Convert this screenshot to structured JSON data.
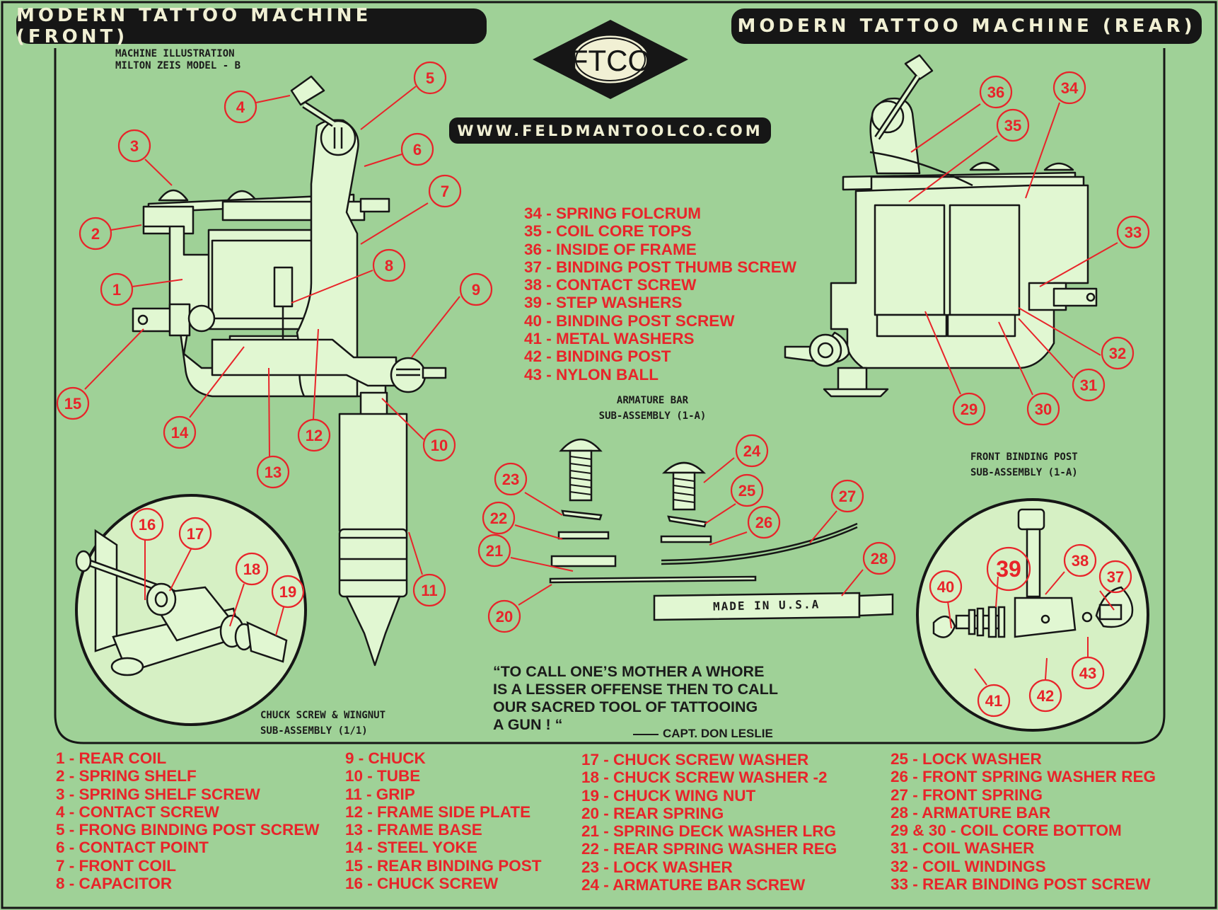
{
  "header": {
    "front_title": "MODERN TATTOO MACHINE (FRONT)",
    "rear_title": "MODERN TATTOO MACHINE (REAR)",
    "logo_text": "FTCO",
    "website": "WWW.FELDMANTOOLCO.COM"
  },
  "illustration_credit": [
    "MACHINE ILLUSTRATION",
    "MILTON ZEIS MODEL - B"
  ],
  "subassemblies": {
    "armature": [
      "ARMATURE BAR",
      "SUB-ASSEMBLY (1-A)"
    ],
    "binding_post": [
      "FRONT BINDING POST",
      "SUB-ASSEMBLY (1-A)"
    ],
    "chuck": [
      "CHUCK SCREW & WINGNUT",
      "SUB-ASSEMBLY (1/1)"
    ]
  },
  "armature_stamp": "MADE IN U.S.A",
  "quote": {
    "lines": [
      "“TO CALL ONE’S MOTHER A WHORE",
      "IS A LESSER OFFENSE THEN TO CALL",
      "OUR SACRED TOOL OF TATTOOING",
      "A GUN ! “"
    ],
    "attribution": "CAPT. DON LESLIE"
  },
  "center_legend": [
    "34 - SPRING FOLCRUM",
    "35 - COIL CORE TOPS",
    "36 - INSIDE OF FRAME",
    "37 - BINDING POST THUMB SCREW",
    "38 - CONTACT SCREW",
    "39 - STEP WASHERS",
    "40 - BINDING POST SCREW",
    "41 - METAL WASHERS",
    "42 - BINDING POST",
    "43 - NYLON BALL"
  ],
  "bottom_legend": [
    [
      "1 - REAR COIL",
      "2 - SPRING SHELF",
      "3 - SPRING SHELF SCREW",
      "4 - CONTACT SCREW",
      "5 - FRONG BINDING POST SCREW",
      "6 - CONTACT POINT",
      "7 - FRONT COIL",
      "8 - CAPACITOR"
    ],
    [
      "9 - CHUCK",
      "10 - TUBE",
      "11 - GRIP",
      "12 - FRAME SIDE PLATE",
      "13 - FRAME BASE",
      "14 - STEEL YOKE",
      "15 - REAR BINDING POST",
      "16 - CHUCK SCREW"
    ],
    [
      "17 - CHUCK SCREW WASHER",
      "18 - CHUCK SCREW WASHER -2",
      "19 - CHUCK WING NUT",
      "20 - REAR SPRING",
      "21 - SPRING DECK WASHER LRG",
      "22 - REAR SPRING WASHER REG",
      "23 - LOCK WASHER",
      "24 - ARMATURE BAR SCREW"
    ],
    [
      "25 - LOCK WASHER",
      "26 - FRONT SPRING WASHER REG",
      "27 - FRONT SPRING",
      "28 - ARMATURE BAR",
      "29 & 30 - COIL CORE BOTTOM",
      "31 - COIL WASHER",
      "32 - COIL WINDINGS",
      "33 - REAR BINDING POST SCREW"
    ]
  ],
  "callout_numbers": [
    "1",
    "2",
    "3",
    "4",
    "5",
    "6",
    "7",
    "8",
    "9",
    "10",
    "11",
    "12",
    "13",
    "14",
    "15",
    "16",
    "17",
    "18",
    "19",
    "20",
    "21",
    "22",
    "23",
    "24",
    "25",
    "26",
    "27",
    "28",
    "29",
    "30",
    "31",
    "32",
    "33",
    "34",
    "35",
    "36",
    "37",
    "38",
    "39",
    "40",
    "41",
    "42",
    "43"
  ],
  "colors": {
    "background": "#9fd197",
    "part_fill": "#e1f7d2",
    "outline": "#161616",
    "callout_red": "#e8242a",
    "label_cream": "#f1f0d4"
  }
}
